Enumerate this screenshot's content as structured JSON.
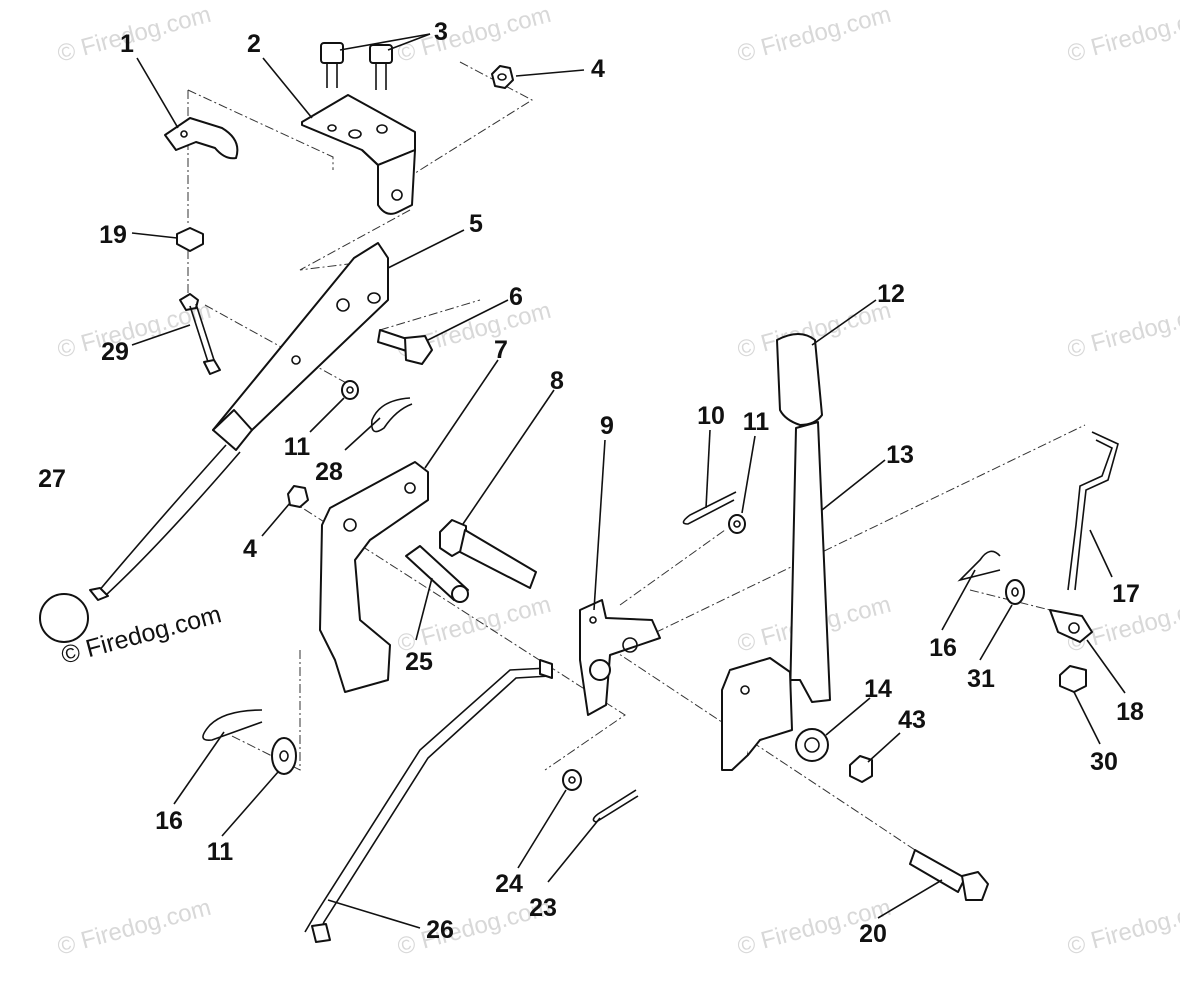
{
  "watermark_text": "© Firedog.com",
  "copyright_text": "© Firedog.com",
  "callouts": [
    "1",
    "2",
    "3",
    "4",
    "19",
    "5",
    "6",
    "29",
    "7",
    "8",
    "12",
    "10",
    "11",
    "9",
    "13",
    "11",
    "28",
    "27",
    "4",
    "17",
    "25",
    "16",
    "31",
    "18",
    "14",
    "43",
    "30",
    "16",
    "11",
    "24",
    "23",
    "20",
    "26"
  ]
}
